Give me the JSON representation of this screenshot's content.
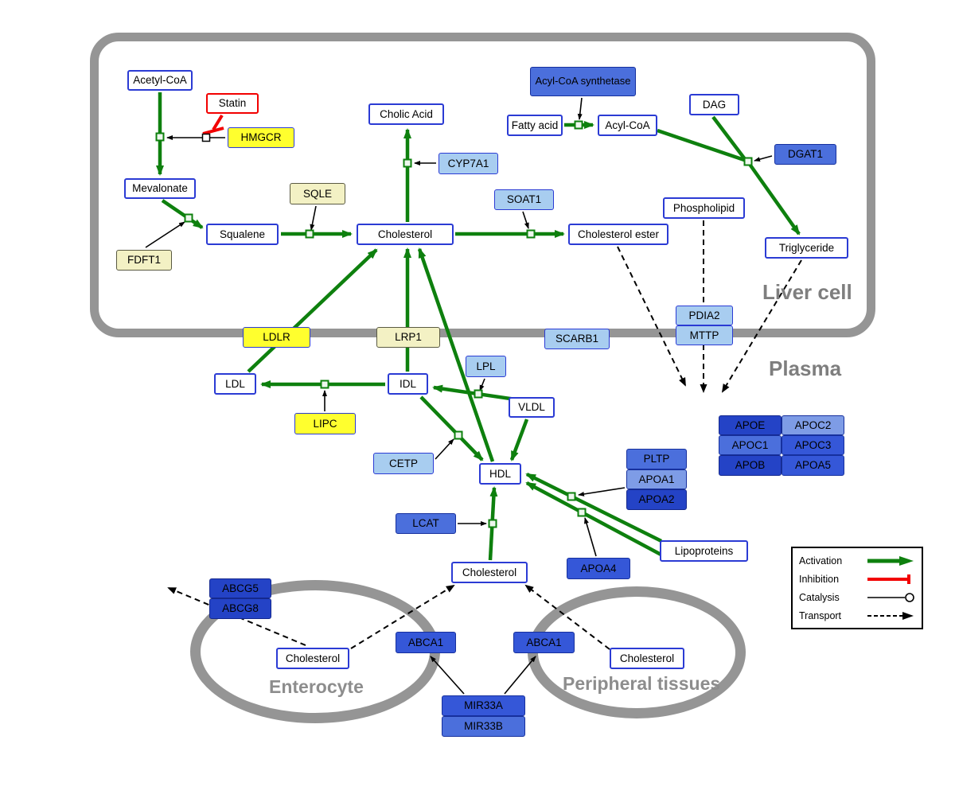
{
  "compartments": {
    "liver": {
      "label": "Liver cell"
    },
    "plasma": {
      "label": "Plasma"
    },
    "enterocyte": {
      "label": "Enterocyte"
    },
    "peripheral": {
      "label": "Peripheral tissues"
    }
  },
  "nodes": {
    "acetyl_coa": {
      "label": "Acetyl-CoA"
    },
    "statin": {
      "label": "Statin"
    },
    "hmgcr": {
      "label": "HMGCR"
    },
    "mevalonate": {
      "label": "Mevalonate"
    },
    "fdft1": {
      "label": "FDFT1"
    },
    "squalene": {
      "label": "Squalene"
    },
    "sqle": {
      "label": "SQLE"
    },
    "cholesterol_liver": {
      "label": "Cholesterol"
    },
    "cholic_acid": {
      "label": "Cholic Acid"
    },
    "cyp7a1": {
      "label": "CYP7A1"
    },
    "soat1": {
      "label": "SOAT1"
    },
    "cholesterol_ester": {
      "label": "Cholesterol ester"
    },
    "acyl_coa_synthetase": {
      "label": "Acyl-CoA synthetase"
    },
    "fatty_acid": {
      "label": "Fatty acid"
    },
    "acyl_coa": {
      "label": "Acyl-CoA"
    },
    "dag": {
      "label": "DAG"
    },
    "dgat1": {
      "label": "DGAT1"
    },
    "phospholipid": {
      "label": "Phospholipid"
    },
    "triglyceride": {
      "label": "Triglyceride"
    },
    "pdia2": {
      "label": "PDIA2"
    },
    "mttp": {
      "label": "MTTP"
    },
    "ldlr": {
      "label": "LDLR"
    },
    "lrp1": {
      "label": "LRP1"
    },
    "scarb1": {
      "label": "SCARB1"
    },
    "ldl": {
      "label": "LDL"
    },
    "idl": {
      "label": "IDL"
    },
    "lpl": {
      "label": "LPL"
    },
    "vldl": {
      "label": "VLDL"
    },
    "lipc": {
      "label": "LIPC"
    },
    "cetp": {
      "label": "CETP"
    },
    "hdl": {
      "label": "HDL"
    },
    "pltp": {
      "label": "PLTP"
    },
    "apoa1": {
      "label": "APOA1"
    },
    "apoa2": {
      "label": "APOA2"
    },
    "lcat": {
      "label": "LCAT"
    },
    "apoa4": {
      "label": "APOA4"
    },
    "lipoproteins": {
      "label": "Lipoproteins"
    },
    "apoe": {
      "label": "APOE"
    },
    "apoc2": {
      "label": "APOC2"
    },
    "apoc1": {
      "label": "APOC1"
    },
    "apoc3": {
      "label": "APOC3"
    },
    "apob": {
      "label": "APOB"
    },
    "apoa5": {
      "label": "APOA5"
    },
    "cholesterol_plasma": {
      "label": "Cholesterol"
    },
    "abcg5": {
      "label": "ABCG5"
    },
    "abcg8": {
      "label": "ABCG8"
    },
    "cholesterol_enterocyte": {
      "label": "Cholesterol"
    },
    "abca1_enterocyte": {
      "label": "ABCA1"
    },
    "abca1_peripheral": {
      "label": "ABCA1"
    },
    "cholesterol_peripheral": {
      "label": "Cholesterol"
    },
    "mir33a": {
      "label": "MIR33A"
    },
    "mir33b": {
      "label": "MIR33B"
    }
  },
  "legend": {
    "items": [
      {
        "label": "Activation",
        "type": "activation"
      },
      {
        "label": "Inhibition",
        "type": "inhibition"
      },
      {
        "label": "Catalysis",
        "type": "catalysis"
      },
      {
        "label": "Transport",
        "type": "transport"
      }
    ]
  },
  "colors": {
    "activation": "#0e800e",
    "inhibition": "#f20000",
    "catalysis": "#000000",
    "transport": "#000000",
    "membrane": "#959595",
    "metabolite_border": "#2b3bd4",
    "gene_yellow": "#ffff2e",
    "gene_cream": "#f3f1c4",
    "gene_light_blue": "#a8cdf0",
    "gene_blue": "#4b6fdc",
    "gene_dark_blue": "#2443c6"
  }
}
